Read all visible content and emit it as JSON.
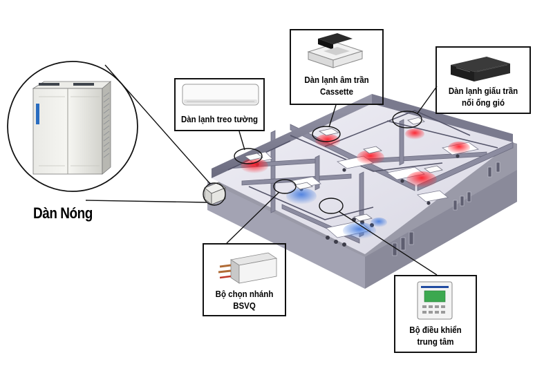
{
  "outdoor_unit": {
    "label": "Dàn Nóng"
  },
  "callouts": {
    "wall": {
      "line1": "Dàn lạnh treo tường"
    },
    "cassette": {
      "line1": "Dàn lạnh âm trần",
      "line2": "Cassette"
    },
    "ducted": {
      "line1": "Dàn lạnh giấu trần",
      "line2": "nối ống gió"
    },
    "bsvq": {
      "line1": "Bộ chọn nhánh",
      "line2": "BSVQ"
    },
    "controller": {
      "line1": "Bộ điều khiển",
      "line2": "trung tâm"
    }
  },
  "colors": {
    "wall": "#6e6f82",
    "floor": "#e4e3ec",
    "cool_air": "#5d86d6",
    "warm_air": "#e2222b"
  }
}
